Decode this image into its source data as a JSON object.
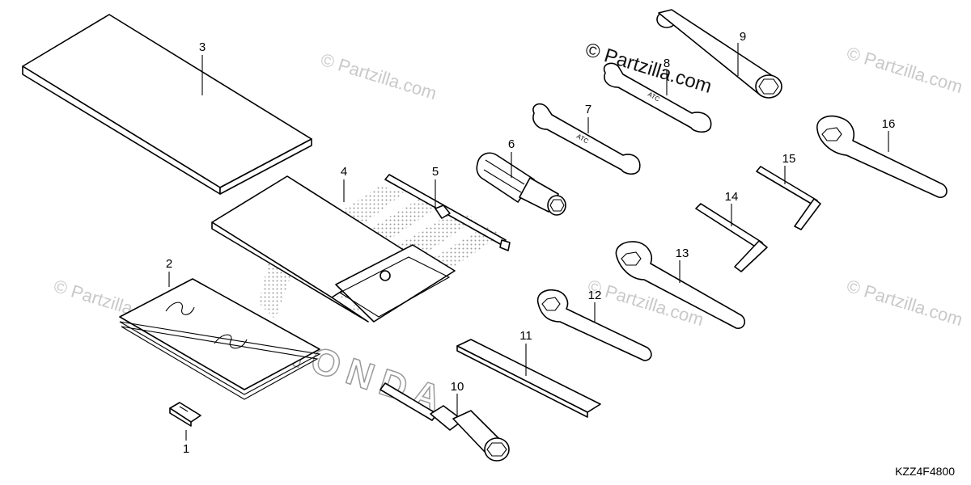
{
  "diagram": {
    "callouts": [
      "1",
      "2",
      "3",
      "4",
      "5",
      "6",
      "7",
      "8",
      "9",
      "10",
      "11",
      "12",
      "13",
      "14",
      "15",
      "16"
    ],
    "diagram_code": "KZZ4F4800",
    "watermark_text": "© Partzilla.com",
    "logo_text": "HONDA"
  },
  "colors": {
    "line": "#000000",
    "watermark": "#c9c9c9",
    "logo_dots": "#9a9a9a"
  }
}
